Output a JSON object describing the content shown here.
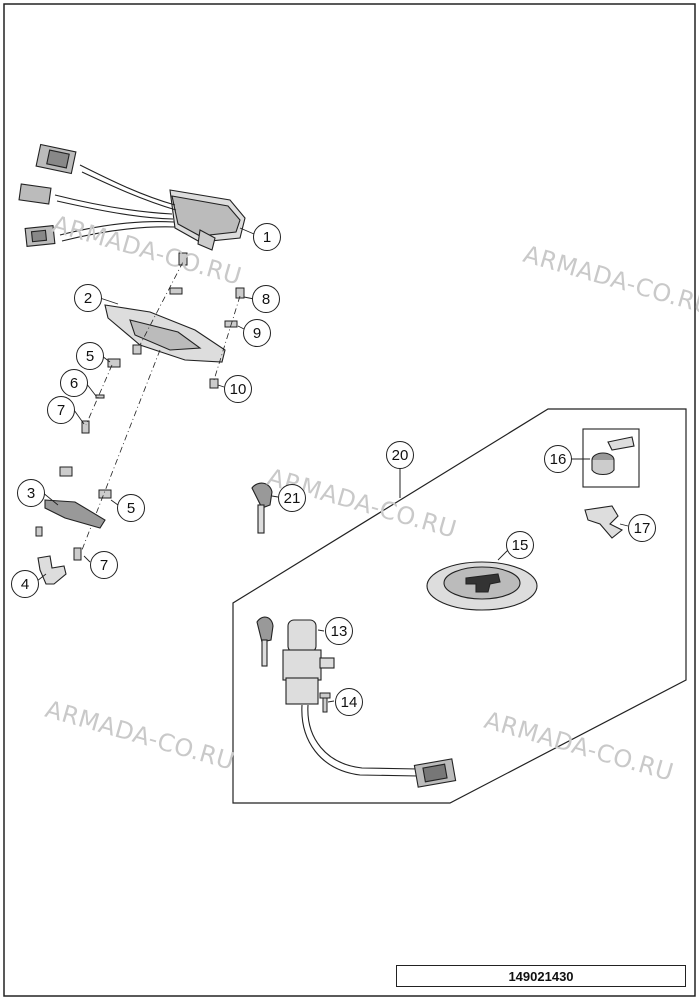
{
  "watermark": "ARMADA-CO.RU",
  "document_number": "149021430",
  "callouts": [
    "1",
    "2",
    "3",
    "4",
    "5",
    "6",
    "7",
    "8",
    "9",
    "10",
    "5",
    "7",
    "13",
    "14",
    "15",
    "16",
    "17",
    "20",
    "21"
  ]
}
